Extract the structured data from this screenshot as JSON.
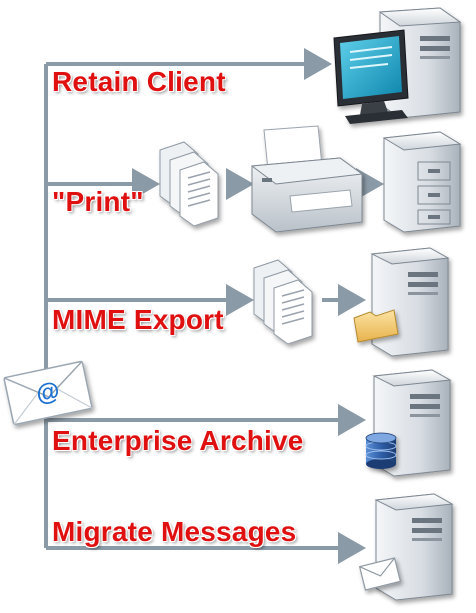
{
  "routes": [
    {
      "label": "Retain Client"
    },
    {
      "label": "\"Print\""
    },
    {
      "label": "MIME Export"
    },
    {
      "label": "Enterprise Archive"
    },
    {
      "label": "Migrate Messages"
    }
  ],
  "colors": {
    "label_text": "#e01010",
    "connector": "#8a9aa6",
    "monitor_screen": "#1aa3c8",
    "server_body": "#d8dde3",
    "database": "#2f5fa8",
    "folder": "#f2c96a"
  },
  "icons": {
    "source": "email-envelope-icon",
    "targets": [
      "desktop-computer-icon",
      "documents-icon",
      "printer-icon",
      "file-cabinet-icon",
      "server-icon",
      "folder-icon",
      "database-icon"
    ]
  }
}
